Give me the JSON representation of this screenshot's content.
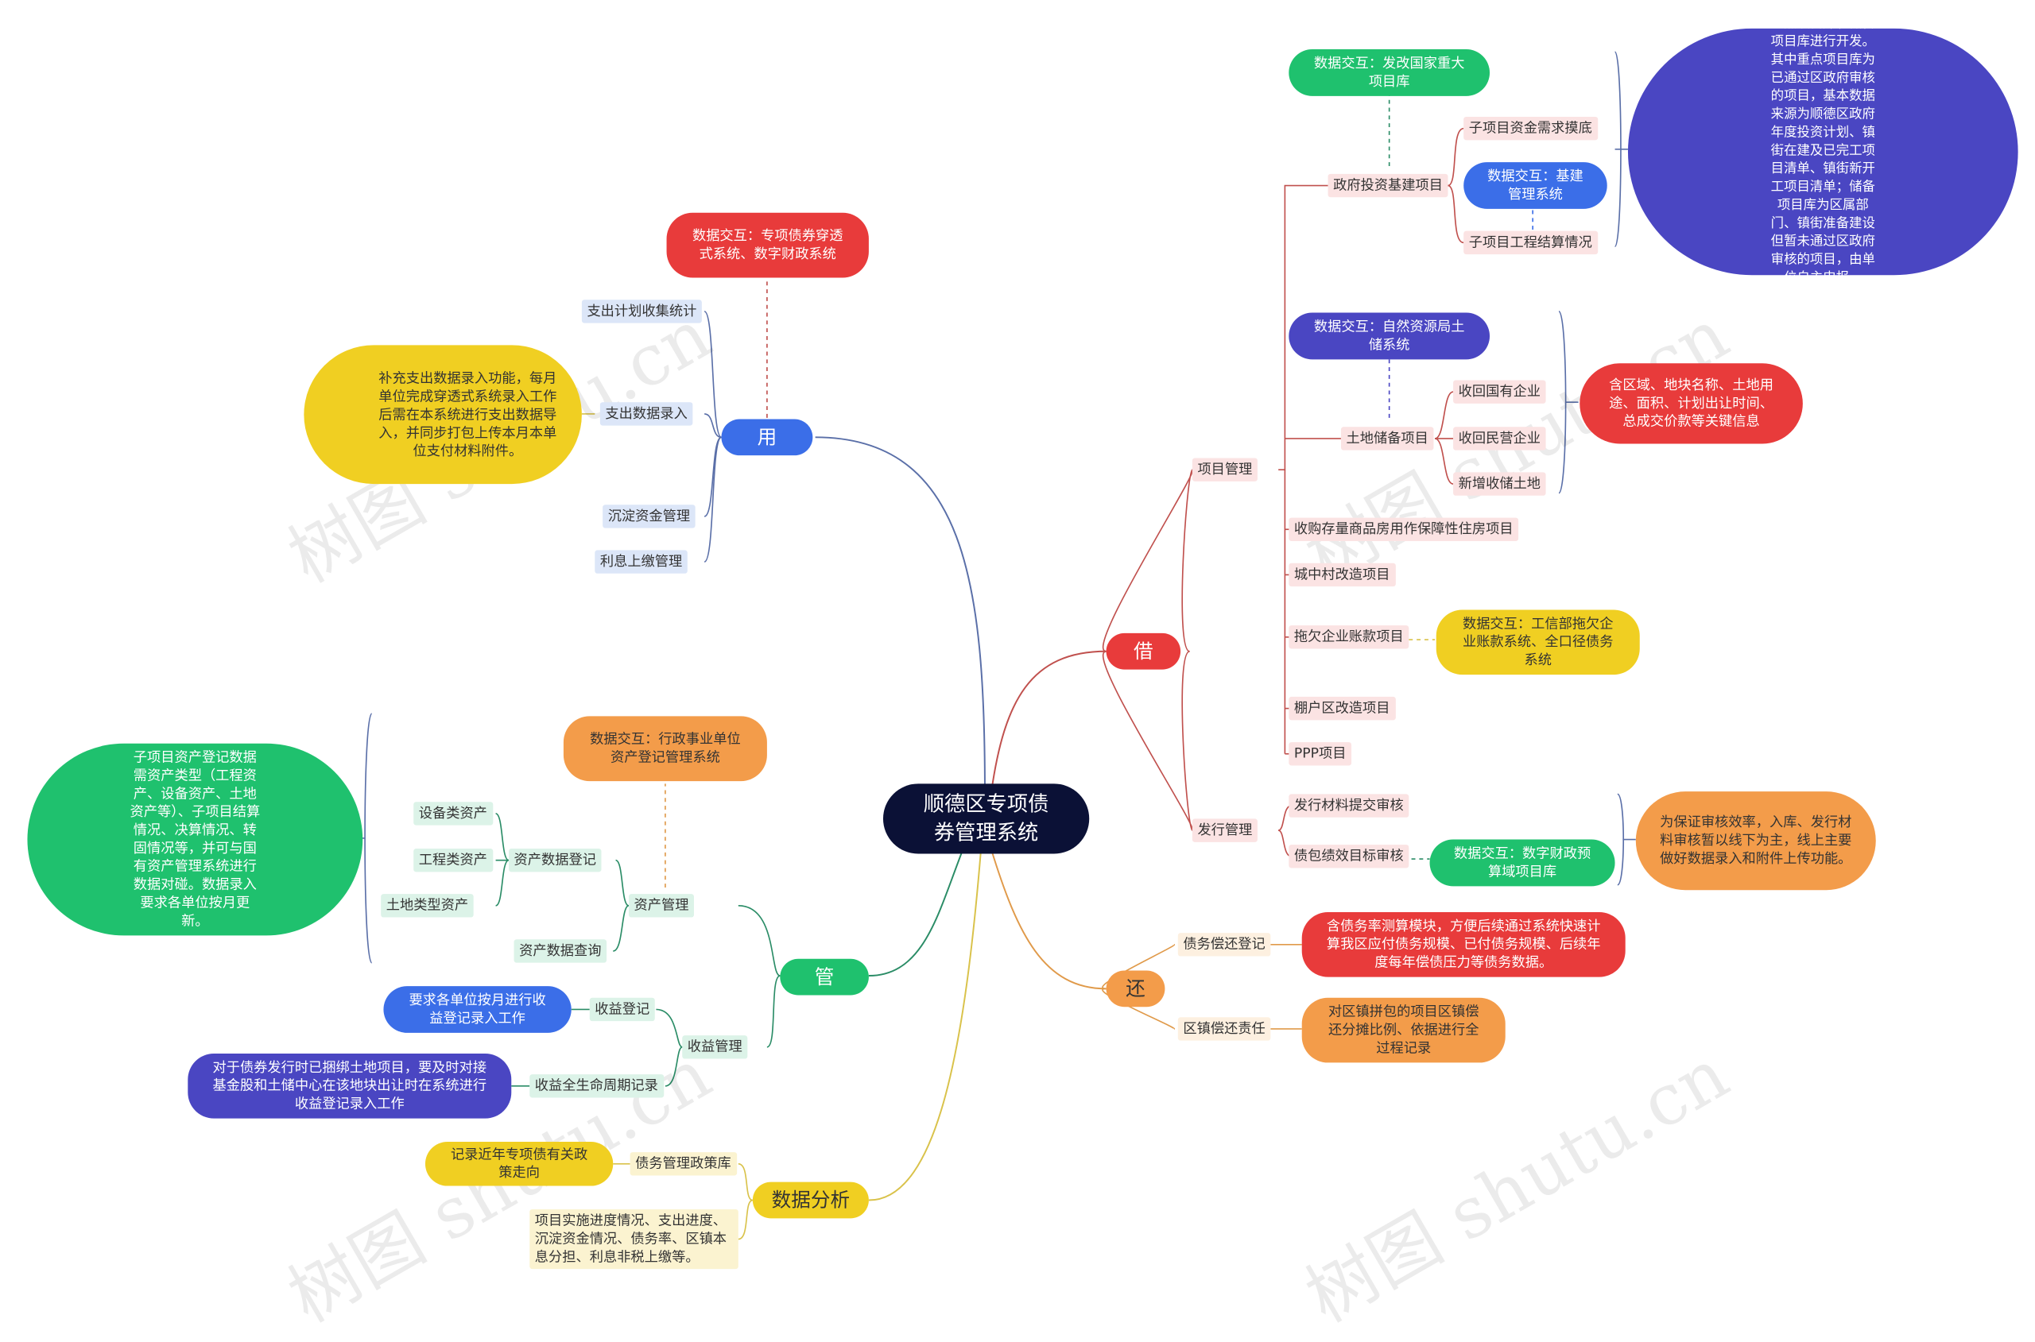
{
  "root": {
    "title": "顺德区专项债券管理系统"
  },
  "watermark": "树图 shutu.cn",
  "colors": {
    "root": "#0b1136",
    "use": "#3b6ee8",
    "borrow": "#e74c3c",
    "manage": "#27b46e",
    "repay": "#f39c4a",
    "analysis": "#f0ce2c"
  },
  "use": {
    "label": "用",
    "data_exchange": "数据交互：专项债券穿透式系统、数字财政系统",
    "items": [
      "支出计划收集统计",
      "支出数据录入",
      "沉淀资金管理",
      "利息上缴管理"
    ],
    "note": "补充支出数据录入功能，每月单位完成穿透式系统录入工作后需在本系统进行支出数据导入，并同步打包上传本月本单位支付材料附件。"
  },
  "borrow": {
    "label": "借",
    "project_mgmt": "项目管理",
    "gov": {
      "label": "政府投资基建项目",
      "data_exchange": "数据交互：发改国家重大项目库",
      "sub1": "子项目资金需求摸底",
      "sub_data": "数据交互：基建管理系统",
      "sub2": "子项目工程结算情况",
      "note": "重点项目库和储备项目库进行开发。其中重点项目库为已通过区政府审核的项目，基本数据来源为顺德区政府年度投资计划、镇街在建及已完工项目清单、镇街新开工项目清单；储备项目库为区属部门、镇街准备建设但暂未通过区政府审核的项目，由单位自主申报。"
    },
    "land": {
      "label": "土地储备项目",
      "data_exchange": "数据交互：自然资源局土储系统",
      "items": [
        "收回国有企业",
        "收回民营企业",
        "新增收储土地"
      ],
      "note": "含区域、地块名称、土地用途、面积、计划出让时间、总成交价款等关键信息"
    },
    "projects": [
      "收购存量商品房用作保障性住房项目",
      "城中村改造项目",
      "拖欠企业账款项目",
      "棚户区改造项目",
      "PPP项目"
    ],
    "arrears_data": "数据交互：工信部拖欠企业账款系统、全口径债务系统",
    "issue_mgmt": "发行管理",
    "issue_items": [
      "发行材料提交审核",
      "债包绩效目标审核"
    ],
    "issue_data": "数据交互：数字财政预算域项目库",
    "issue_note": "为保证审核效率，入库、发行材料审核暂以线下为主，线上主要做好数据录入和附件上传功能。"
  },
  "manage": {
    "label": "管",
    "asset_mgmt": "资产管理",
    "asset_data": "数据交互：行政事业单位资产登记管理系统",
    "asset_register": "资产数据登记",
    "asset_types": [
      "设备类资产",
      "工程类资产",
      "土地类型资产"
    ],
    "asset_query": "资产数据查询",
    "asset_note": "子项目资产登记数据需资产类型（工程资产、设备资产、土地资产等）、子项目结算情况、决算情况、转固情况等，并可与国有资产管理系统进行数据对碰。数据录入要求各单位按月更新。",
    "income_mgmt": "收益管理",
    "income_register": "收益登记",
    "income_register_note": "要求各单位按月进行收益登记录入工作",
    "income_lifecycle": "收益全生命周期记录",
    "income_lifecycle_note": "对于债券发行时已捆绑土地项目，要及时对接基金股和土储中心在该地块出让时在系统进行收益登记录入工作"
  },
  "repay": {
    "label": "还",
    "debt_register": "债务偿还登记",
    "debt_note": "含债务率测算模块，方便后续通过系统快速计算我区应付债务规模、已付债务规模、后续年度每年偿债压力等债务数据。",
    "town_duty": "区镇偿还责任",
    "town_note": "对区镇拼包的项目区镇偿还分摊比例、依据进行全过程记录"
  },
  "analysis": {
    "label": "数据分析",
    "policy": "债务管理政策库",
    "policy_note": "记录近年专项债有关政策走向",
    "progress": "项目实施进度情况、支出进度、沉淀资金情况、债务率、区镇本息分担、利息非税上缴等。"
  }
}
